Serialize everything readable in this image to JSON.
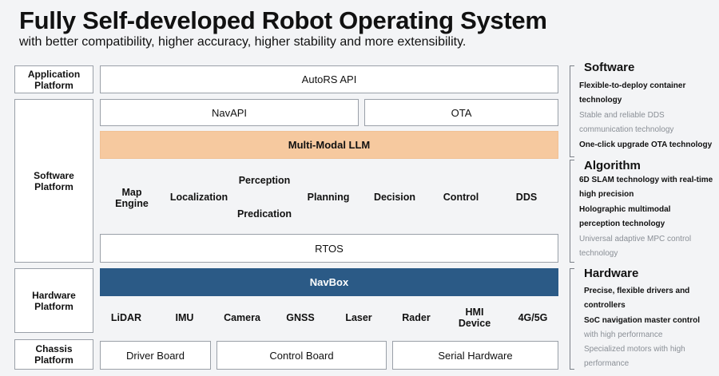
{
  "header": {
    "title": "Fully Self-developed Robot Operating System",
    "subtitle": "with better compatibility, higher accuracy, higher stability and more extensibility."
  },
  "layers": {
    "application": {
      "label": "Application Platform",
      "api": "AutoRS API"
    },
    "software": {
      "label": "Software Platform",
      "navapi": "NavAPI",
      "ota": "OTA",
      "llm": "Multi-Modal LLM",
      "modules": {
        "map_engine": "Map Engine",
        "localization": "Localization",
        "perception": "Perception",
        "predication": "Predication",
        "planning": "Planning",
        "decision": "Decision",
        "control": "Control",
        "dds": "DDS"
      },
      "rtos": "RTOS"
    },
    "hardware": {
      "label": "Hardware Platform",
      "navbox": "NavBox",
      "devices": [
        "LiDAR",
        "IMU",
        "Camera",
        "GNSS",
        "Laser",
        "Rader",
        "HMI Device",
        "4G/5G"
      ]
    },
    "chassis": {
      "label": "Chassis Platform",
      "boards": [
        "Driver Board",
        "Control Board",
        "Serial Hardware"
      ]
    }
  },
  "right_panel": {
    "software": {
      "heading": "Software",
      "items": [
        {
          "text": "Flexible-to-deploy container technology",
          "strong": true
        },
        {
          "text": "Stable and reliable DDS communication technology",
          "strong": false
        },
        {
          "text": "One-click upgrade OTA technology",
          "strong": true
        }
      ]
    },
    "algorithm": {
      "heading": "Algorithm",
      "items": [
        {
          "text": "6D SLAM technology with real-time high precision",
          "strong": true
        },
        {
          "text": "Holographic multimodal perception technology",
          "strong": true
        },
        {
          "text": "Universal adaptive MPC control technology",
          "strong": false
        }
      ]
    },
    "hardware": {
      "heading": "Hardware",
      "items": [
        {
          "text": "Precise, flexible drivers and controllers",
          "strong": true
        },
        {
          "text": "SoC navigation master control",
          "strong": true
        },
        {
          "text": "with high performance",
          "strong": false
        },
        {
          "text": "Specialized motors with high performance",
          "strong": false
        }
      ]
    }
  }
}
